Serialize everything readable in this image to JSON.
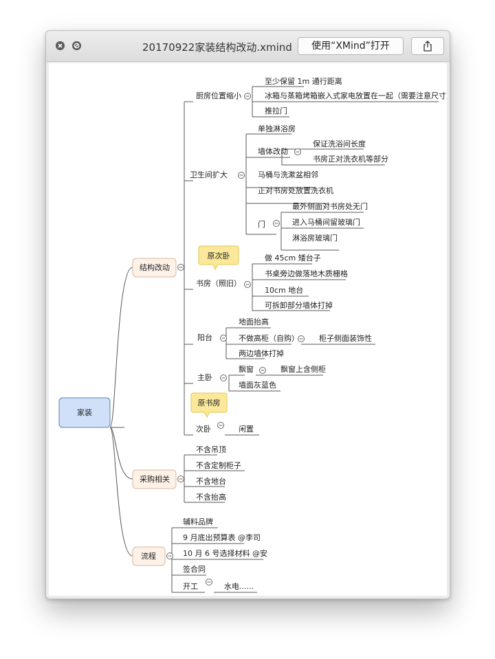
{
  "window": {
    "title": "20170922家装结构改动.xmind",
    "open_button": "使用“XMind”打开"
  },
  "mindmap": {
    "root": "家装",
    "branches": {
      "jiegou": {
        "label": "结构改动",
        "kitchen": {
          "label": "厨房位置缩小",
          "items": [
            "至少保留 1m 通行距离",
            "冰箱与蒸箱烤箱嵌入式家电放置在一起（需要注意尺寸）",
            "推拉门"
          ]
        },
        "bath": {
          "label": "卫生间扩大",
          "item1": "单独淋浴房",
          "wall": {
            "label": "墙体改动",
            "items": [
              "保证洗浴间长度",
              "书房正对洗衣机等部分"
            ]
          },
          "item2": "马桶与洗漱盆相邻",
          "item3": "正对书房处放置洗衣机",
          "door": {
            "label": "门",
            "items": [
              "最外侧面对书房处无门",
              "进入马桶间留玻璃门",
              "淋浴房玻璃门"
            ]
          }
        },
        "study": {
          "label": "书房（照旧）",
          "callout": "原次卧",
          "items": [
            "做 45cm 矮台子",
            "书桌旁边做落地木质栅格",
            "10cm 地台",
            "可拆卸部分墙体打掉"
          ]
        },
        "balcony": {
          "label": "阳台",
          "item1": "地面抬高",
          "cabinet": {
            "label": "不做高柜（自购）",
            "child": "柜子侧面装饰性"
          },
          "item3": "两边墙体打掉"
        },
        "master": {
          "label": "主卧",
          "window": {
            "label": "飘窗",
            "child": "飘窗上含侧柜"
          },
          "item2": "墙面灰蓝色"
        },
        "second": {
          "label": "次卧",
          "callout": "原书房",
          "child": "闲置"
        }
      },
      "purchase": {
        "label": "采购相关",
        "items": [
          "不含吊顶",
          "不含定制柜子",
          "不含地台",
          "不含抬高"
        ]
      },
      "flow": {
        "label": "流程",
        "items": [
          "辅料品牌",
          "9 月底出预算表 @李司",
          "10 月 6 号选择材料 @安",
          "签合同"
        ],
        "start": {
          "label": "开工",
          "child": "水电......"
        }
      }
    }
  },
  "colors": {
    "root_fill": "#cfe0f8",
    "root_border": "#5f7fb4",
    "branch_fill": "#fdf1e8",
    "branch_border": "#d9b89c",
    "callout_fill": "#fbe89a",
    "line": "#555555"
  }
}
